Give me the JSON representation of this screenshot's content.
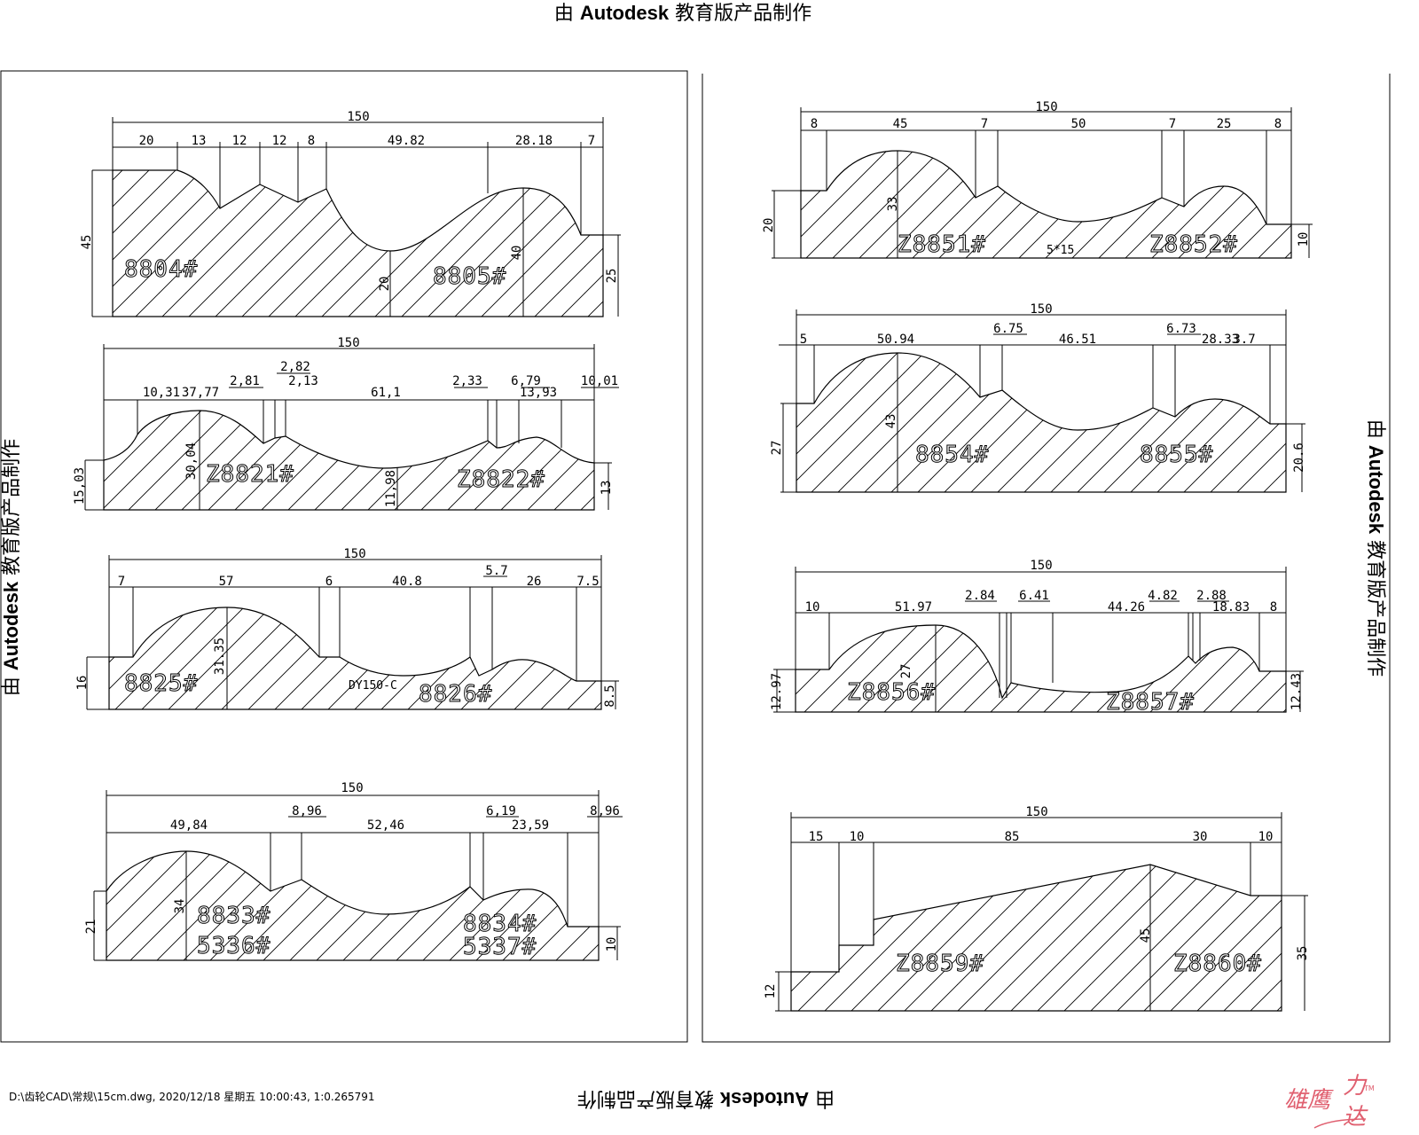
{
  "watermark": {
    "prefix": "由",
    "brand": "Autodesk",
    "suffix": "教育版产品制作"
  },
  "footer": "D:\\齿轮CAD\\常规\\15cm.dwg, 2020/12/18 星期五 10:00:43, 1:0.265791",
  "logo": {
    "text1": "雄鹰",
    "text2": "力",
    "text3": "达",
    "tm": "TM",
    "color": "#e06070"
  },
  "drawings": [
    {
      "total": "150",
      "dims": [
        "20",
        "13",
        "12",
        "12",
        "8",
        "49.82",
        "28.18",
        "7"
      ],
      "side": [
        "45",
        "25",
        "20",
        "40"
      ],
      "ids": [
        "8804#",
        "8805#"
      ]
    },
    {
      "total": "150",
      "dims": [
        "10,31",
        "37,77",
        "2,81",
        "2,82",
        "2,13",
        "61,1",
        "2,33",
        "6,79",
        "13,93",
        "10,01"
      ],
      "side": [
        "15,03",
        "13",
        "30,04",
        "11,98"
      ],
      "ids": [
        "Z8821#",
        "Z8822#"
      ]
    },
    {
      "total": "150",
      "dims": [
        "7",
        "57",
        "6",
        "40.8",
        "5.7",
        "26",
        "7.5"
      ],
      "side": [
        "16",
        "8.5",
        "31.35"
      ],
      "ids": [
        "8825#",
        "8826#"
      ],
      "note": "DY150-C"
    },
    {
      "total": "150",
      "dims": [
        "49,84",
        "8,96",
        "52,46",
        "6,19",
        "23,59",
        "8,96"
      ],
      "side": [
        "21",
        "10",
        "34"
      ],
      "ids": [
        "8833#",
        "5336#",
        "8834#",
        "5337#"
      ]
    },
    {
      "total": "150",
      "dims": [
        "8",
        "45",
        "7",
        "50",
        "7",
        "25",
        "8"
      ],
      "side": [
        "20",
        "10",
        "33"
      ],
      "ids": [
        "Z8851#",
        "Z8852#"
      ],
      "note": "5*15"
    },
    {
      "total": "150",
      "dims": [
        "5",
        "50.94",
        "6.75",
        "46.51",
        "6.73",
        "28.33",
        "3.7"
      ],
      "side": [
        "27",
        "20.6",
        "43"
      ],
      "ids": [
        "8854#",
        "8855#"
      ]
    },
    {
      "total": "150",
      "dims": [
        "10",
        "51.97",
        "2.84",
        "6.41",
        "44.26",
        "4.82",
        "2.88",
        "18.83",
        "8"
      ],
      "side": [
        "12.97",
        "12.43",
        "27"
      ],
      "ids": [
        "Z8856#",
        "Z8857#"
      ]
    },
    {
      "total": "150",
      "dims": [
        "15",
        "10",
        "85",
        "30",
        "10"
      ],
      "side": [
        "12",
        "35",
        "45"
      ],
      "ids": [
        "Z8859#",
        "Z8860#"
      ]
    }
  ]
}
